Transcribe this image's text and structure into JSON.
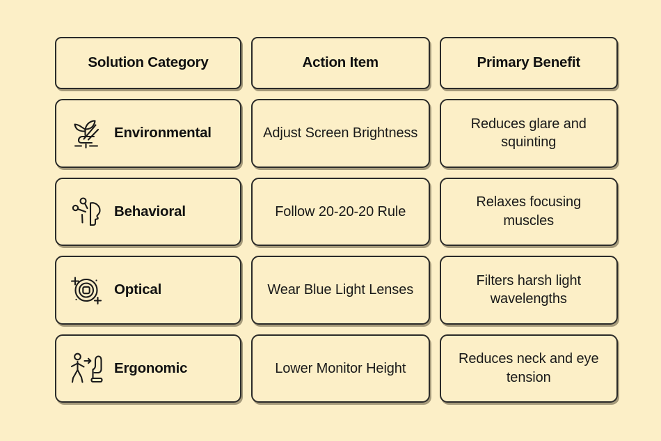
{
  "theme": {
    "background": "#fcefc7",
    "cell_background": "#fcefc7",
    "border": "#2b2b29",
    "text": "#111111",
    "shadow": "#3c341e"
  },
  "table": {
    "headers": [
      {
        "label": "Solution Category",
        "name": "solution-category"
      },
      {
        "label": "Action Item",
        "name": "action-item"
      },
      {
        "label": "Primary Benefit",
        "name": "primary-benefit"
      }
    ],
    "rows": [
      {
        "category": "Environmental",
        "icon": "sprout-in-hand-icon",
        "action": "Adjust Screen Brightness",
        "benefit": "Reduces glare and squinting"
      },
      {
        "category": "Behavioral",
        "icon": "head-profile-mind-icon",
        "action": "Follow 20-20-20 Rule",
        "benefit": "Relaxes focusing muscles"
      },
      {
        "category": "Optical",
        "icon": "lens-sparkle-icon",
        "action": "Wear Blue Light Lenses",
        "benefit": "Filters harsh light wavelengths"
      },
      {
        "category": "Ergonomic",
        "icon": "walking-person-chair-icon",
        "action": "Lower Monitor Height",
        "benefit": "Reduces neck and eye tension"
      }
    ]
  }
}
